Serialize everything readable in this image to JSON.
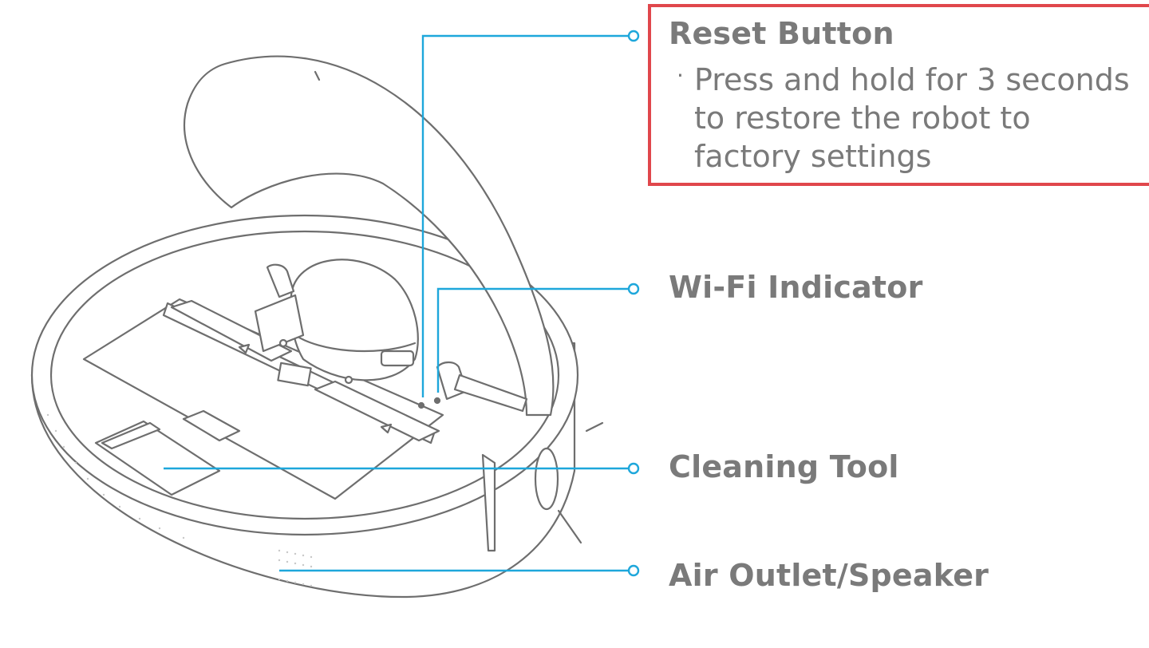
{
  "callouts": {
    "reset": {
      "label": "Reset Button",
      "description": "Press and hold for 3 seconds to restore the robot to factory settings",
      "bullet": "·"
    },
    "wifi": {
      "label": "Wi-Fi Indicator"
    },
    "cleaning_tool": {
      "label": "Cleaning Tool"
    },
    "air_outlet": {
      "label": "Air Outlet/Speaker"
    }
  },
  "colors": {
    "leader_line": "#1ea7db",
    "highlight_box": "#e0474c",
    "text": "#7a7a7a",
    "drawing": "#6e6e6e"
  }
}
